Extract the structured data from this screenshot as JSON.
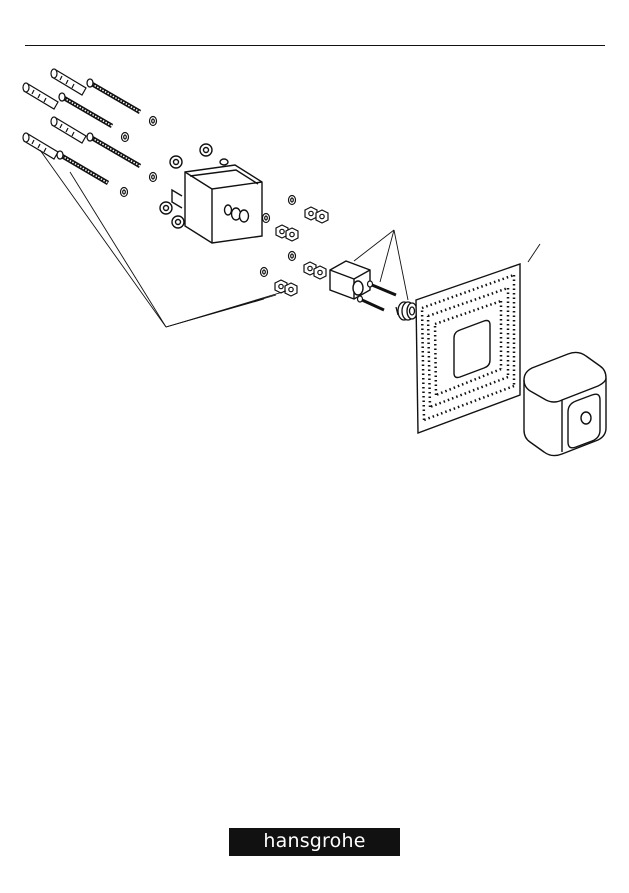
{
  "brand": {
    "logo_text": "hansgrohe",
    "logo_bg": "#111111",
    "logo_fg": "#ffffff"
  },
  "drawing": {
    "description_icon": "exploded-parts-diagram",
    "line_color": "#111111",
    "parts": [
      "wall-plug",
      "wood-screw",
      "washer",
      "hex-nut",
      "valve-body",
      "extension-sleeve",
      "long-screw",
      "threaded-bushing",
      "plaster-guard-plate",
      "protective-cover-cap"
    ]
  }
}
